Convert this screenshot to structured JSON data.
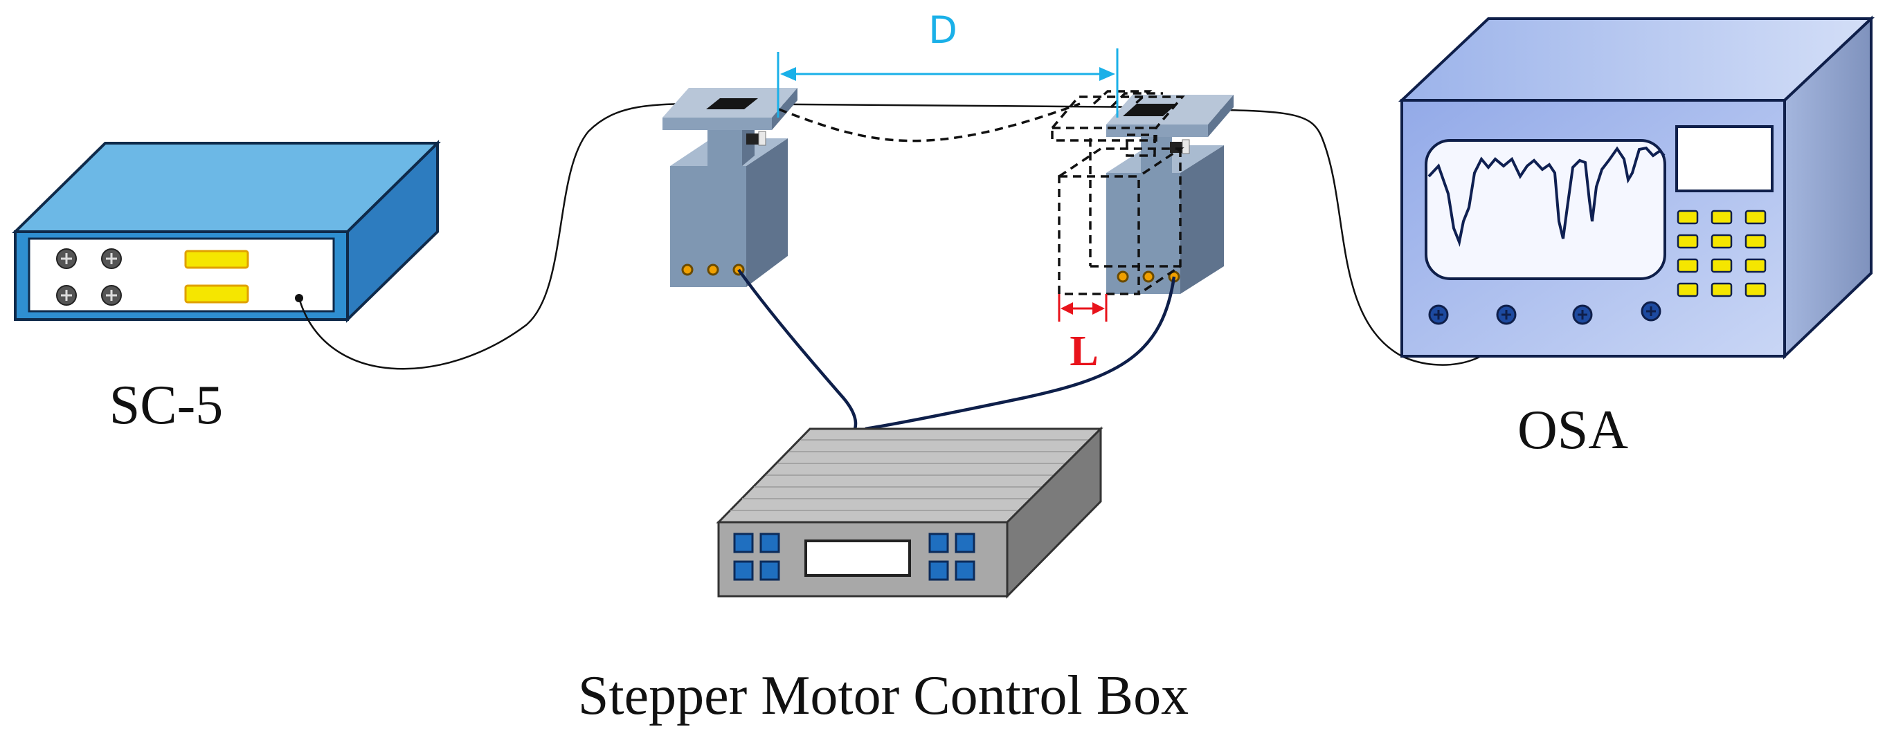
{
  "labels": {
    "source": "SC-5",
    "analyzer": "OSA",
    "controller": "Stepper Motor Control Box",
    "distance": "D",
    "displacement": "L"
  },
  "colors": {
    "distance_marker": "#1ab0e8",
    "displacement_marker": "#e8131b",
    "source_body": "#5aaedd",
    "analyzer_body": "#a9bff0",
    "stage_body": "#7e97b3",
    "controller_body": "#a7a7a7",
    "yellow_button": "#f5e600",
    "blue_button": "#1f6fc0"
  }
}
